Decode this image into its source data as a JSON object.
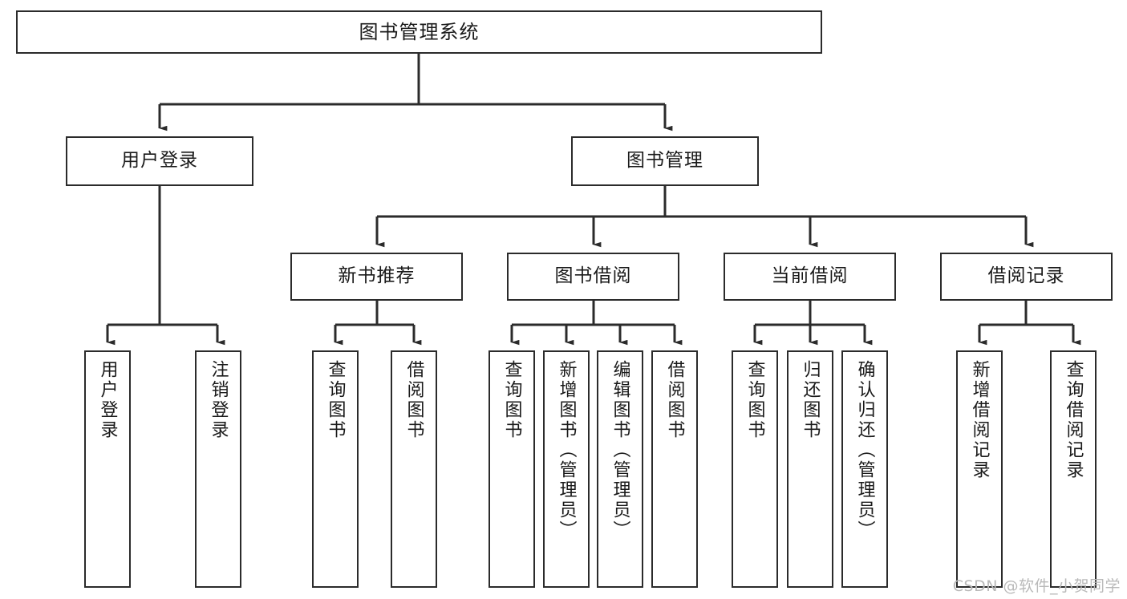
{
  "diagram": {
    "type": "hierarchy-tree",
    "title": "图书管理系统",
    "orientation": "top-down",
    "colors": {
      "node_border": "#2b2b2b",
      "node_fill": "#ffffff",
      "edge": "#2b2b2b",
      "text": "#1a1a1a",
      "watermark": "#b9b9b9"
    },
    "levels": 4,
    "nodes": {
      "root": {
        "label": "图书管理系统",
        "level": 1
      },
      "l2": [
        {
          "id": "user-login",
          "label": "用户登录",
          "level": 2
        },
        {
          "id": "book-manage",
          "label": "图书管理",
          "level": 2
        }
      ],
      "l3": [
        {
          "id": "new-book-recommend",
          "label": "新书推荐",
          "level": 3,
          "parent": "book-manage"
        },
        {
          "id": "book-borrow",
          "label": "图书借阅",
          "level": 3,
          "parent": "book-manage"
        },
        {
          "id": "current-borrow",
          "label": "当前借阅",
          "level": 3,
          "parent": "book-manage"
        },
        {
          "id": "borrow-record",
          "label": "借阅记录",
          "level": 3,
          "parent": "book-manage"
        }
      ],
      "leaves": [
        {
          "id": "leaf-user-login",
          "label": "用户登录",
          "parent": "user-login"
        },
        {
          "id": "leaf-logout-login",
          "label": "注销登录",
          "parent": "user-login"
        },
        {
          "id": "leaf-query-book-1",
          "label": "查询图书",
          "parent": "new-book-recommend"
        },
        {
          "id": "leaf-borrow-book-1",
          "label": "借阅图书",
          "parent": "new-book-recommend"
        },
        {
          "id": "leaf-query-book-2",
          "label": "查询图书",
          "parent": "book-borrow"
        },
        {
          "id": "leaf-add-book",
          "label": "新增图书（管理员）",
          "parent": "book-borrow"
        },
        {
          "id": "leaf-edit-book",
          "label": "编辑图书（管理员）",
          "parent": "book-borrow"
        },
        {
          "id": "leaf-borrow-book-2",
          "label": "借阅图书",
          "parent": "book-borrow"
        },
        {
          "id": "leaf-query-book-3",
          "label": "查询图书",
          "parent": "current-borrow"
        },
        {
          "id": "leaf-return-book",
          "label": "归还图书",
          "parent": "current-borrow"
        },
        {
          "id": "leaf-confirm-return",
          "label": "确认归还（管理员）",
          "parent": "current-borrow"
        },
        {
          "id": "leaf-add-record",
          "label": "新增借阅记录",
          "parent": "borrow-record"
        },
        {
          "id": "leaf-query-record",
          "label": "查询借阅记录",
          "parent": "borrow-record"
        }
      ]
    },
    "edges": [
      {
        "from": "root",
        "to": "user-login"
      },
      {
        "from": "root",
        "to": "book-manage"
      },
      {
        "from": "book-manage",
        "to": "new-book-recommend"
      },
      {
        "from": "book-manage",
        "to": "book-borrow"
      },
      {
        "from": "book-manage",
        "to": "current-borrow"
      },
      {
        "from": "book-manage",
        "to": "borrow-record"
      },
      {
        "from": "user-login",
        "to": "leaf-user-login"
      },
      {
        "from": "user-login",
        "to": "leaf-logout-login"
      },
      {
        "from": "new-book-recommend",
        "to": "leaf-query-book-1"
      },
      {
        "from": "new-book-recommend",
        "to": "leaf-borrow-book-1"
      },
      {
        "from": "book-borrow",
        "to": "leaf-query-book-2"
      },
      {
        "from": "book-borrow",
        "to": "leaf-add-book"
      },
      {
        "from": "book-borrow",
        "to": "leaf-edit-book"
      },
      {
        "from": "book-borrow",
        "to": "leaf-borrow-book-2"
      },
      {
        "from": "current-borrow",
        "to": "leaf-query-book-3"
      },
      {
        "from": "current-borrow",
        "to": "leaf-return-book"
      },
      {
        "from": "current-borrow",
        "to": "leaf-confirm-return"
      },
      {
        "from": "borrow-record",
        "to": "leaf-add-record"
      },
      {
        "from": "borrow-record",
        "to": "leaf-query-record"
      }
    ]
  },
  "watermark": {
    "text": "CSDN @软件_小贺同学"
  }
}
